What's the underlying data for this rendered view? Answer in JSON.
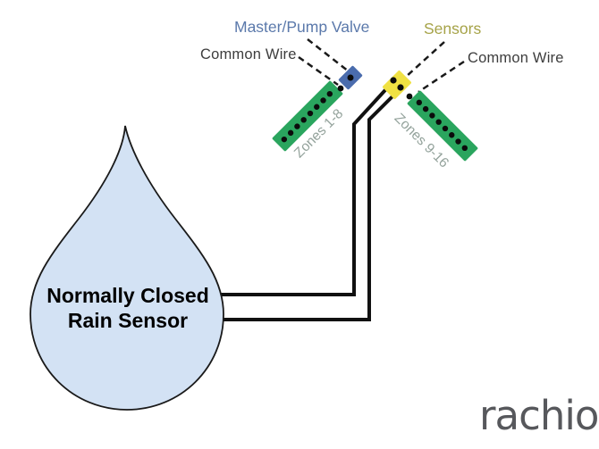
{
  "diagram": {
    "labels": {
      "master_pump_valve": "Master/Pump Valve",
      "sensors": "Sensors",
      "common_wire_left": "Common Wire",
      "common_wire_right": "Common Wire"
    },
    "terminal_strips": {
      "left": {
        "label": "Zones 1-8",
        "terminal_count": 8
      },
      "right": {
        "label": "Zones 9-16",
        "terminal_count": 8
      }
    },
    "rain_sensor": {
      "label_line1": "Normally Closed",
      "label_line2": "Rain Sensor"
    },
    "brand": "rachio"
  },
  "colors": {
    "master_pump_valve_text": "#5b79ab",
    "sensors_text": "#a6a348",
    "common_wire_text": "#3d3d3d",
    "zones_label_text": "#93a29b",
    "terminal_strip_green": "#2aa55e",
    "master_pump_terminal_blue": "#4a6cad",
    "sensors_terminal_yellow": "#f0e143",
    "rain_drop_fill": "#d3e2f4",
    "wire_black": "#111111",
    "brand_gray": "#57585c"
  }
}
